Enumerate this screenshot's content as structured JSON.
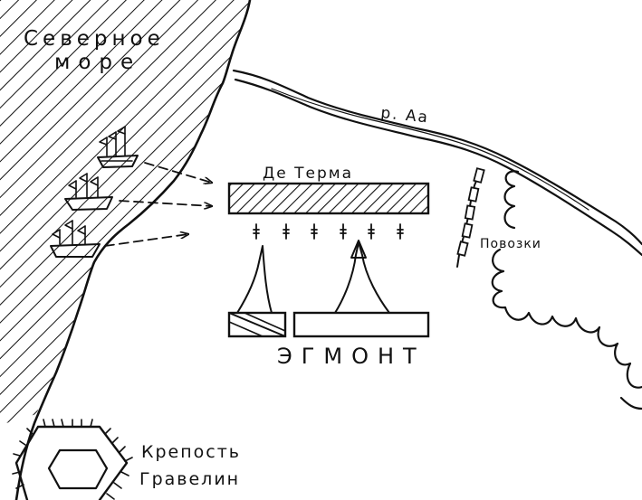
{
  "labels": {
    "sea_line1": "Северное",
    "sea_line2": "море",
    "river": "р. Аа",
    "de_termes": "Де Терма",
    "wagons": "Повозки",
    "egmont": "ЭГМОНТ",
    "fortress_line1": "Крепость",
    "fortress_line2": "Гравелин"
  },
  "colors": {
    "ink": "#111111",
    "paper": "#ffffff"
  }
}
